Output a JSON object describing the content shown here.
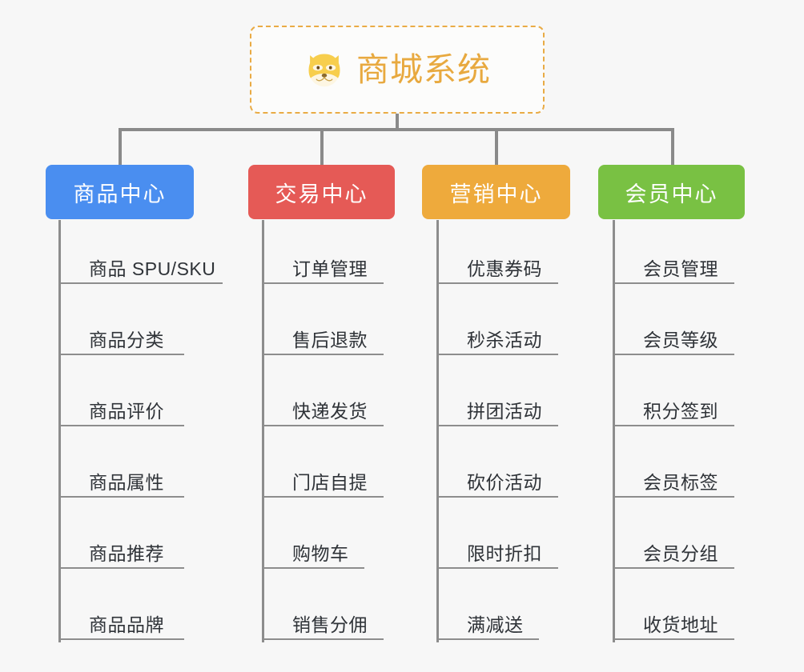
{
  "root": {
    "title": "商城系统",
    "icon": "shiba-dog-face-icon",
    "border_color": "#e9ab45",
    "text_color": "#e8a93f",
    "background": "#fcfcfb"
  },
  "canvas": {
    "background": "#f7f7f7",
    "connector_color": "#8a8a8a"
  },
  "branches": [
    {
      "label": "商品中心",
      "color": "#4a8ef0",
      "items": [
        "商品 SPU/SKU",
        "商品分类",
        "商品评价",
        "商品属性",
        "商品推荐",
        "商品品牌"
      ]
    },
    {
      "label": "交易中心",
      "color": "#e55a56",
      "items": [
        "订单管理",
        "售后退款",
        "快递发货",
        "门店自提",
        "购物车",
        "销售分佣"
      ]
    },
    {
      "label": "营销中心",
      "color": "#eeaa3c",
      "items": [
        "优惠券码",
        "秒杀活动",
        "拼团活动",
        "砍价活动",
        "限时折扣",
        "满减送"
      ]
    },
    {
      "label": "会员中心",
      "color": "#79c143",
      "items": [
        "会员管理",
        "会员等级",
        "积分签到",
        "会员标签",
        "会员分组",
        "收货地址"
      ]
    }
  ]
}
